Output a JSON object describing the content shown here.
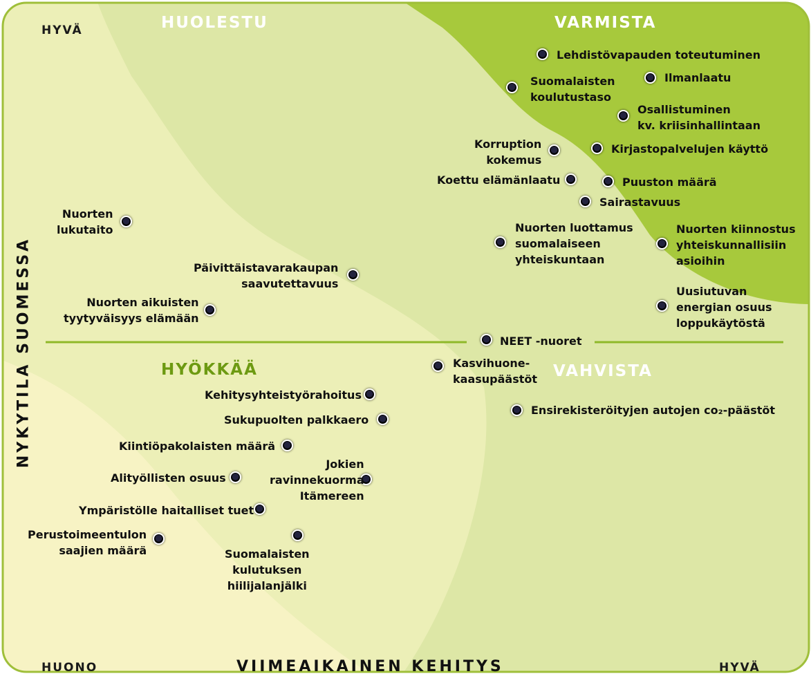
{
  "axes": {
    "x_title": "VIIMEAIKAINEN  KEHITYS",
    "y_title": "NYKYTILA SUOMESSA",
    "x_low": "HUONO",
    "x_high": "HYVÄ",
    "y_high": "HYVÄ"
  },
  "quadrants": {
    "top_left": "HUOLESTU",
    "top_right": "VARMISTA",
    "bottom_left": "HYÖKKÄÄ",
    "bottom_right": "VAHVISTA"
  },
  "colors": {
    "zone_lightest": "#f7f3c4",
    "zone_light": "#ecefb7",
    "zone_mid": "#dde7a6",
    "zone_strong": "#a7c93c",
    "divider": "#8fb829",
    "quadrant_dark": "#6d9a12",
    "quadrant_light": "#ffffff",
    "dot": "#1c1c36"
  },
  "items": [
    {
      "text": "Lehdistövapauden toteutuminen"
    },
    {
      "text": "Ilmanlaatu"
    },
    {
      "text": "Suomalaisten\nkoulutustaso"
    },
    {
      "text": "Osallistuminen\nkv. kriisinhallintaan"
    },
    {
      "text": "Korruption\nkokemus"
    },
    {
      "text": "Kirjastopalvelujen käyttö"
    },
    {
      "text": "Koettu elämänlaatu"
    },
    {
      "text": "Puuston määrä"
    },
    {
      "text": "Sairastavuus"
    },
    {
      "text": "Nuorten luottamus\nsuomalaiseen\nyhteiskuntaan"
    },
    {
      "text": "Nuorten kiinnostus\nyhteiskunnallisiin\nasioihin"
    },
    {
      "text": "Uusiutuvan\nenergian osuus\nloppukäytöstä"
    },
    {
      "text": "Nuorten\nlukutaito"
    },
    {
      "text": "Päivittäistavarakaupan\nsaavutettavuus"
    },
    {
      "text": "Nuorten aikuisten\ntyytyväisyys elämään"
    },
    {
      "text": "NEET -nuoret"
    },
    {
      "text": "Kasvihuone-\nkaasupäästöt"
    },
    {
      "text": "Ensirekisteröityjen autojen co₂-päästöt"
    },
    {
      "text": "Kehitysyhteistyörahoitus"
    },
    {
      "text": "Sukupuolten palkkaero"
    },
    {
      "text": "Kiintiöpakolaisten määrä"
    },
    {
      "text": "Alityöllisten osuus"
    },
    {
      "text": "Jokien\nravinnekuorma\nItämereen"
    },
    {
      "text": "Ympäristölle haitalliset tuet"
    },
    {
      "text": "Perustoimeentulon\nsaajien määrä"
    },
    {
      "text": "Suomalaisten\nkulutuksen\nhiilijalanjälki"
    }
  ]
}
